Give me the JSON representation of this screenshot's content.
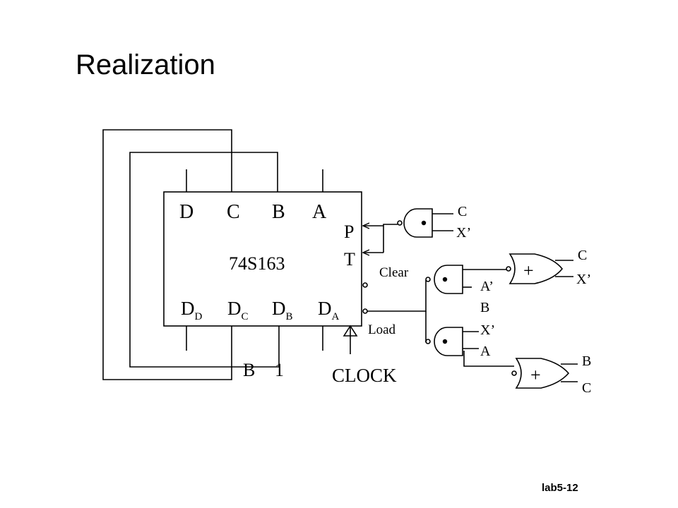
{
  "slide": {
    "title": "Realization",
    "footer": "lab5-12"
  },
  "chip": {
    "name": "74S163",
    "outputs": [
      "D",
      "C",
      "B",
      "A"
    ],
    "inputs": [
      {
        "base": "D",
        "sub": "D"
      },
      {
        "base": "D",
        "sub": "C"
      },
      {
        "base": "D",
        "sub": "B"
      },
      {
        "base": "D",
        "sub": "A"
      }
    ],
    "enable_p": "P",
    "enable_t": "T",
    "clear": "Clear",
    "load": "Load",
    "clock": "CLOCK",
    "data_inputs_label": "B",
    "data_constant": "1"
  },
  "gates": {
    "nand_top": {
      "symbol": "•",
      "inputs": [
        "C",
        "X’"
      ]
    },
    "nand_clear": {
      "symbol": "•",
      "inputs": [
        "A’",
        "B"
      ]
    },
    "or_clear": {
      "symbol": "+",
      "inputs": [
        "C",
        "X’"
      ]
    },
    "nand_load": {
      "symbol": "•",
      "inputs": [
        "X’",
        "A"
      ]
    },
    "or_load": {
      "symbol": "+",
      "inputs": [
        "B",
        "C"
      ]
    }
  }
}
